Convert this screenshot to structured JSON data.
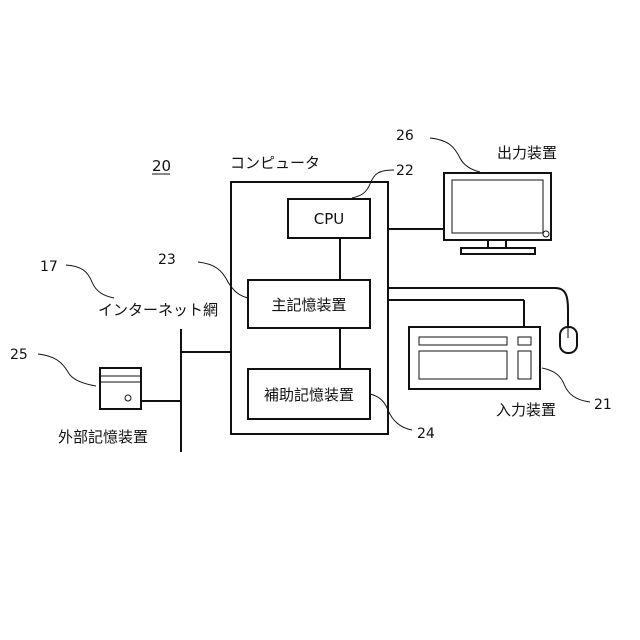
{
  "figure": {
    "system_ref": "20",
    "computer_label": "コンピュータ",
    "cpu": {
      "ref": "22",
      "label": "CPU"
    },
    "main_memory": {
      "ref": "23",
      "label": "主記憶装置"
    },
    "aux_storage": {
      "ref": "24",
      "label": "補助記憶装置"
    },
    "output_device": {
      "ref": "26",
      "label": "出力装置"
    },
    "input_device": {
      "ref": "21",
      "label": "入力装置"
    },
    "network": {
      "ref": "17",
      "label": "インターネット網"
    },
    "external_storage": {
      "ref": "25",
      "label": "外部記憶装置"
    }
  }
}
